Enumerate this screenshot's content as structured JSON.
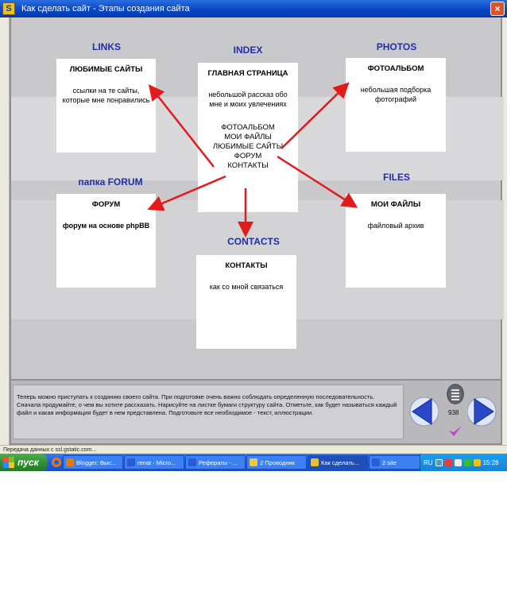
{
  "window": {
    "title": "Как сделать сайт - Этапы создания сайта",
    "app_icon_letter": "S",
    "close_label": "×"
  },
  "headings": {
    "links": "LINKS",
    "index": "INDEX",
    "photos": "PHOTOS",
    "forum": "папка FORUM",
    "files": "FILES",
    "contacts": "CONTACTS"
  },
  "cards": {
    "links": {
      "title": "ЛЮБИМЫЕ САЙТЫ",
      "desc": "ссылки на те сайты, которые мне понравились"
    },
    "index": {
      "title": "ГЛАВНАЯ СТРАНИЦА",
      "desc": "небольшой рассказ обо мне и моих увлечениях",
      "menu": [
        "ФОТОАЛЬБОМ",
        "МОИ ФАЙЛЫ",
        "ЛЮБИМЫЕ САЙТЫ",
        "ФОРУМ",
        "КОНТАКТЫ"
      ]
    },
    "photos": {
      "title": "ФОТОАЛЬБОМ",
      "desc": "небольшая подборка фотографий"
    },
    "forum": {
      "title": "ФОРУМ",
      "desc": "форум на основе phpBB"
    },
    "files": {
      "title": "МОИ ФАЙЛЫ",
      "desc": "файловый архив"
    },
    "contacts": {
      "title": "КОНТАКТЫ",
      "desc": "как со мной связаться"
    }
  },
  "panel": {
    "text": "Теперь можно приступать к созданию своего сайта. При подготовке очень важно соблюдать определенную последовательность. Сначала продумайте, о чем вы хотите рассказать. Нарисуйте на листке бумаги структуру сайта. Отметьте, как будет называться каждый файл и какая информация будет в нем представлена. Подготовьте все необходимое - текст, иллюстрации.",
    "counter": "938",
    "icons": [
      "prev-arrow-icon",
      "document-icon",
      "check-icon",
      "next-arrow-icon"
    ]
  },
  "statusbar": {
    "text": "Передача данных с ssl.gstatic.com..."
  },
  "taskbar": {
    "start_label": "пуск",
    "tasks": [
      {
        "label": "Blogger: Выс...",
        "icon_color": "#e07a1a"
      },
      {
        "label": "renat - Micro...",
        "icon_color": "#2a5bd7"
      },
      {
        "label": "Рефераты - ...",
        "icon_color": "#2a5bd7"
      },
      {
        "label": "2 Проводник",
        "icon_color": "#e8c84a"
      },
      {
        "label": "Как сделать...",
        "icon_color": "#e8c02a"
      },
      {
        "label": "2 site",
        "icon_color": "#2a5bd7"
      }
    ],
    "lang": "RU",
    "clock": "15:28"
  },
  "colors": {
    "heading_blue": "#1e2fa8",
    "arrow_red": "#e11b1b",
    "taskbar_blue": "#245edb",
    "start_green": "#2f8a2f"
  }
}
